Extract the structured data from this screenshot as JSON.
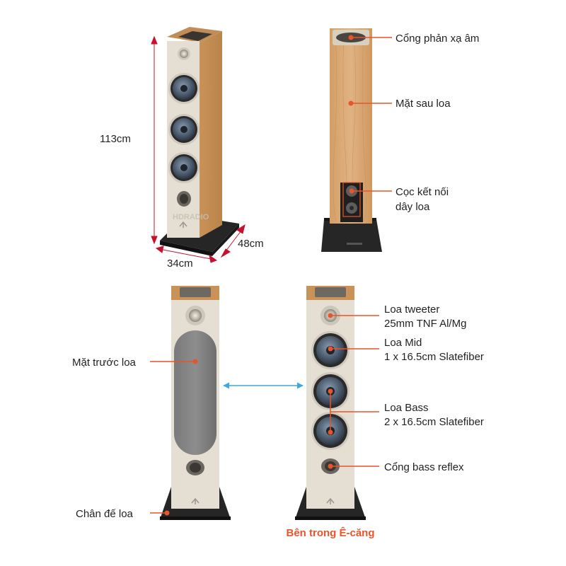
{
  "colors": {
    "accent": "#e8542b",
    "arrow_blue": "#3fa9dc",
    "oak": "#d8a872",
    "cream": "#e4ded3",
    "plinth": "#262626",
    "text": "#231f20"
  },
  "dimensions": {
    "height": "113cm",
    "width": "34cm",
    "depth": "48cm"
  },
  "watermark": "HDRADIO",
  "rear_labels": {
    "port": "Cổng phản xạ âm",
    "back": "Mặt sau loa",
    "terminals_line1": "Cọc kết nối",
    "terminals_line2": "dây loa"
  },
  "front_labels": {
    "grille": "Mặt trước loa",
    "plinth": "Chân đế loa"
  },
  "driver_labels": {
    "tweeter_line1": "Loa tweeter",
    "tweeter_line2": "25mm TNF Al/Mg",
    "mid_line1": "Loa Mid",
    "mid_line2": "1 x 16.5cm Slatefiber",
    "bass_line1": "Loa Bass",
    "bass_line2": "2 x 16.5cm Slatefiber",
    "reflex": "Cổng bass reflex"
  },
  "caption": "Bên trong Ê-căng"
}
